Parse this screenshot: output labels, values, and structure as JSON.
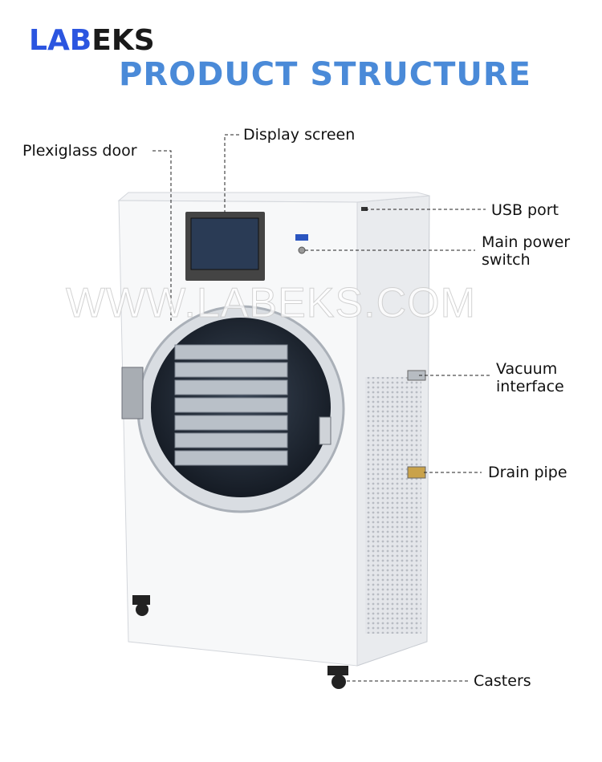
{
  "header": {
    "brand_part1": "LAB",
    "brand_part2": "EKS",
    "title": "PRODUCT STRUCTURE"
  },
  "watermark": "WWW.LABEKS.COM",
  "brand_colors": {
    "lab": "#2b55e0",
    "eks": "#1a1a1a",
    "title": "#4a8ad8"
  },
  "callouts": {
    "plexiglass_door": "Plexiglass door",
    "display_screen": "Display screen",
    "usb_port": "USB port",
    "main_power_switch": [
      "Main power",
      "switch"
    ],
    "vacuum_interface": [
      "Vacuum",
      "interface"
    ],
    "drain_pipe": "Drain pipe",
    "casters": "Casters"
  }
}
